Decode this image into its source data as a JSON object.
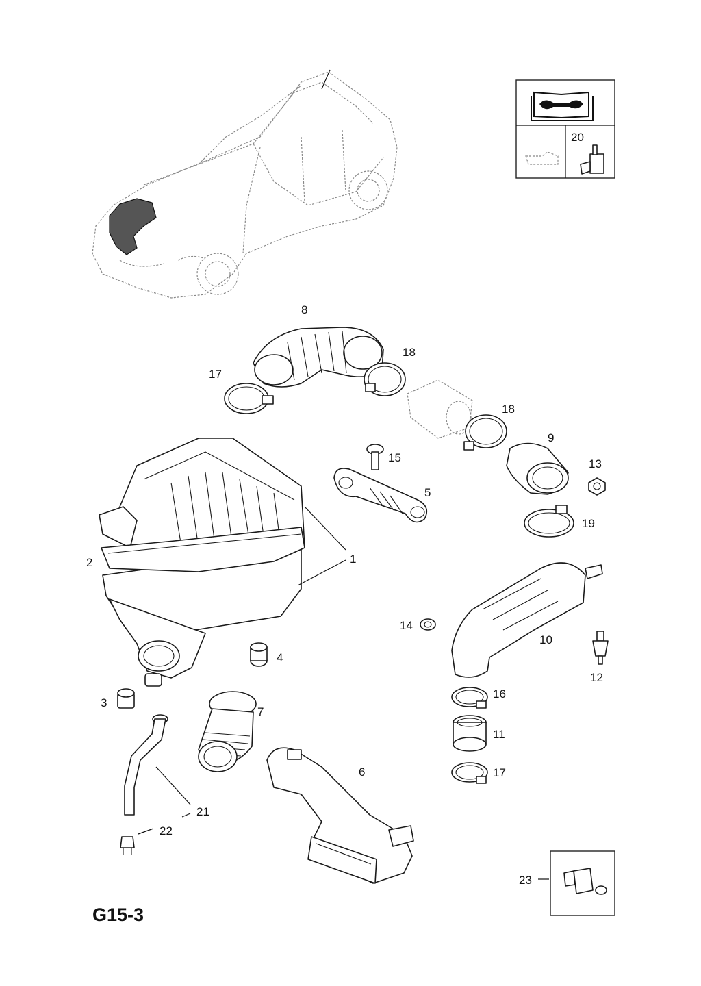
{
  "diagram_code": "G15-3",
  "icon_box": {
    "header_icon": "manual-book-wrench-icon",
    "left_icon": "oil-can-icon",
    "right_label": "20",
    "right_icon": "sensor-part-icon"
  },
  "detail_box": {
    "label": "23",
    "icon": "clip-icon"
  },
  "vehicle_icon": "hatchback-car-icon",
  "part_labels": {
    "p1": "1",
    "p2": "2",
    "p3": "3",
    "p4": "4",
    "p5": "5",
    "p6": "6",
    "p7": "7",
    "p8": "8",
    "p9": "9",
    "p10": "10",
    "p11": "11",
    "p12": "12",
    "p13": "13",
    "p14": "14",
    "p15": "15",
    "p16": "16",
    "p17a": "17",
    "p17b": "17",
    "p18a": "18",
    "p18b": "18",
    "p19": "19",
    "p21": "21",
    "p22": "22"
  }
}
